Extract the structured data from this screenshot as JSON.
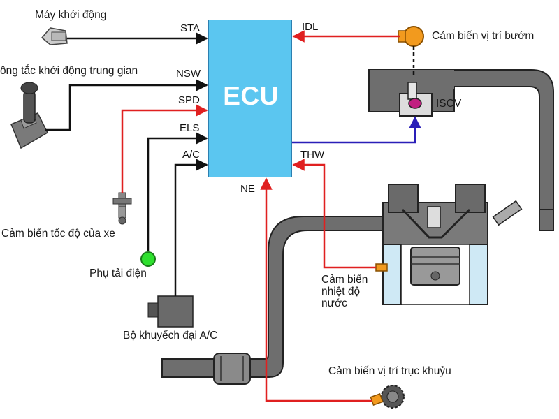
{
  "ecu": {
    "title": "ECU"
  },
  "signals": {
    "sta": "STA",
    "nsw": "NSW",
    "spd": "SPD",
    "els": "ELS",
    "ac": "A/C",
    "idl": "IDL",
    "thw": "THW",
    "ne": "NE"
  },
  "components": {
    "starter": "Máy khởi động",
    "neutral_switch": "ông tắc khởi động trung gian",
    "speed_sensor": "Cảm biến tốc độ của xe",
    "electrical_load": "Phụ tải điện",
    "ac_amplifier": "Bộ khuyếch đại A/C",
    "throttle_sensor": "Cảm biến vị trí bướm",
    "iscv": "ISCV",
    "coolant_sensor_line1": "Cảm biến",
    "coolant_sensor_line2": "nhiệt độ",
    "coolant_sensor_line3": "nước",
    "crank_sensor": "Cảm biến vị trí trục khuỷu"
  },
  "colors": {
    "ecu_fill": "#5bc6f0",
    "red_wire": "#e02020",
    "black_wire": "#111111",
    "blue_wire": "#2a1fb8",
    "pipe": "#666666",
    "green_load": "#2ee02e",
    "sensor_orange": "#f29a1e"
  }
}
